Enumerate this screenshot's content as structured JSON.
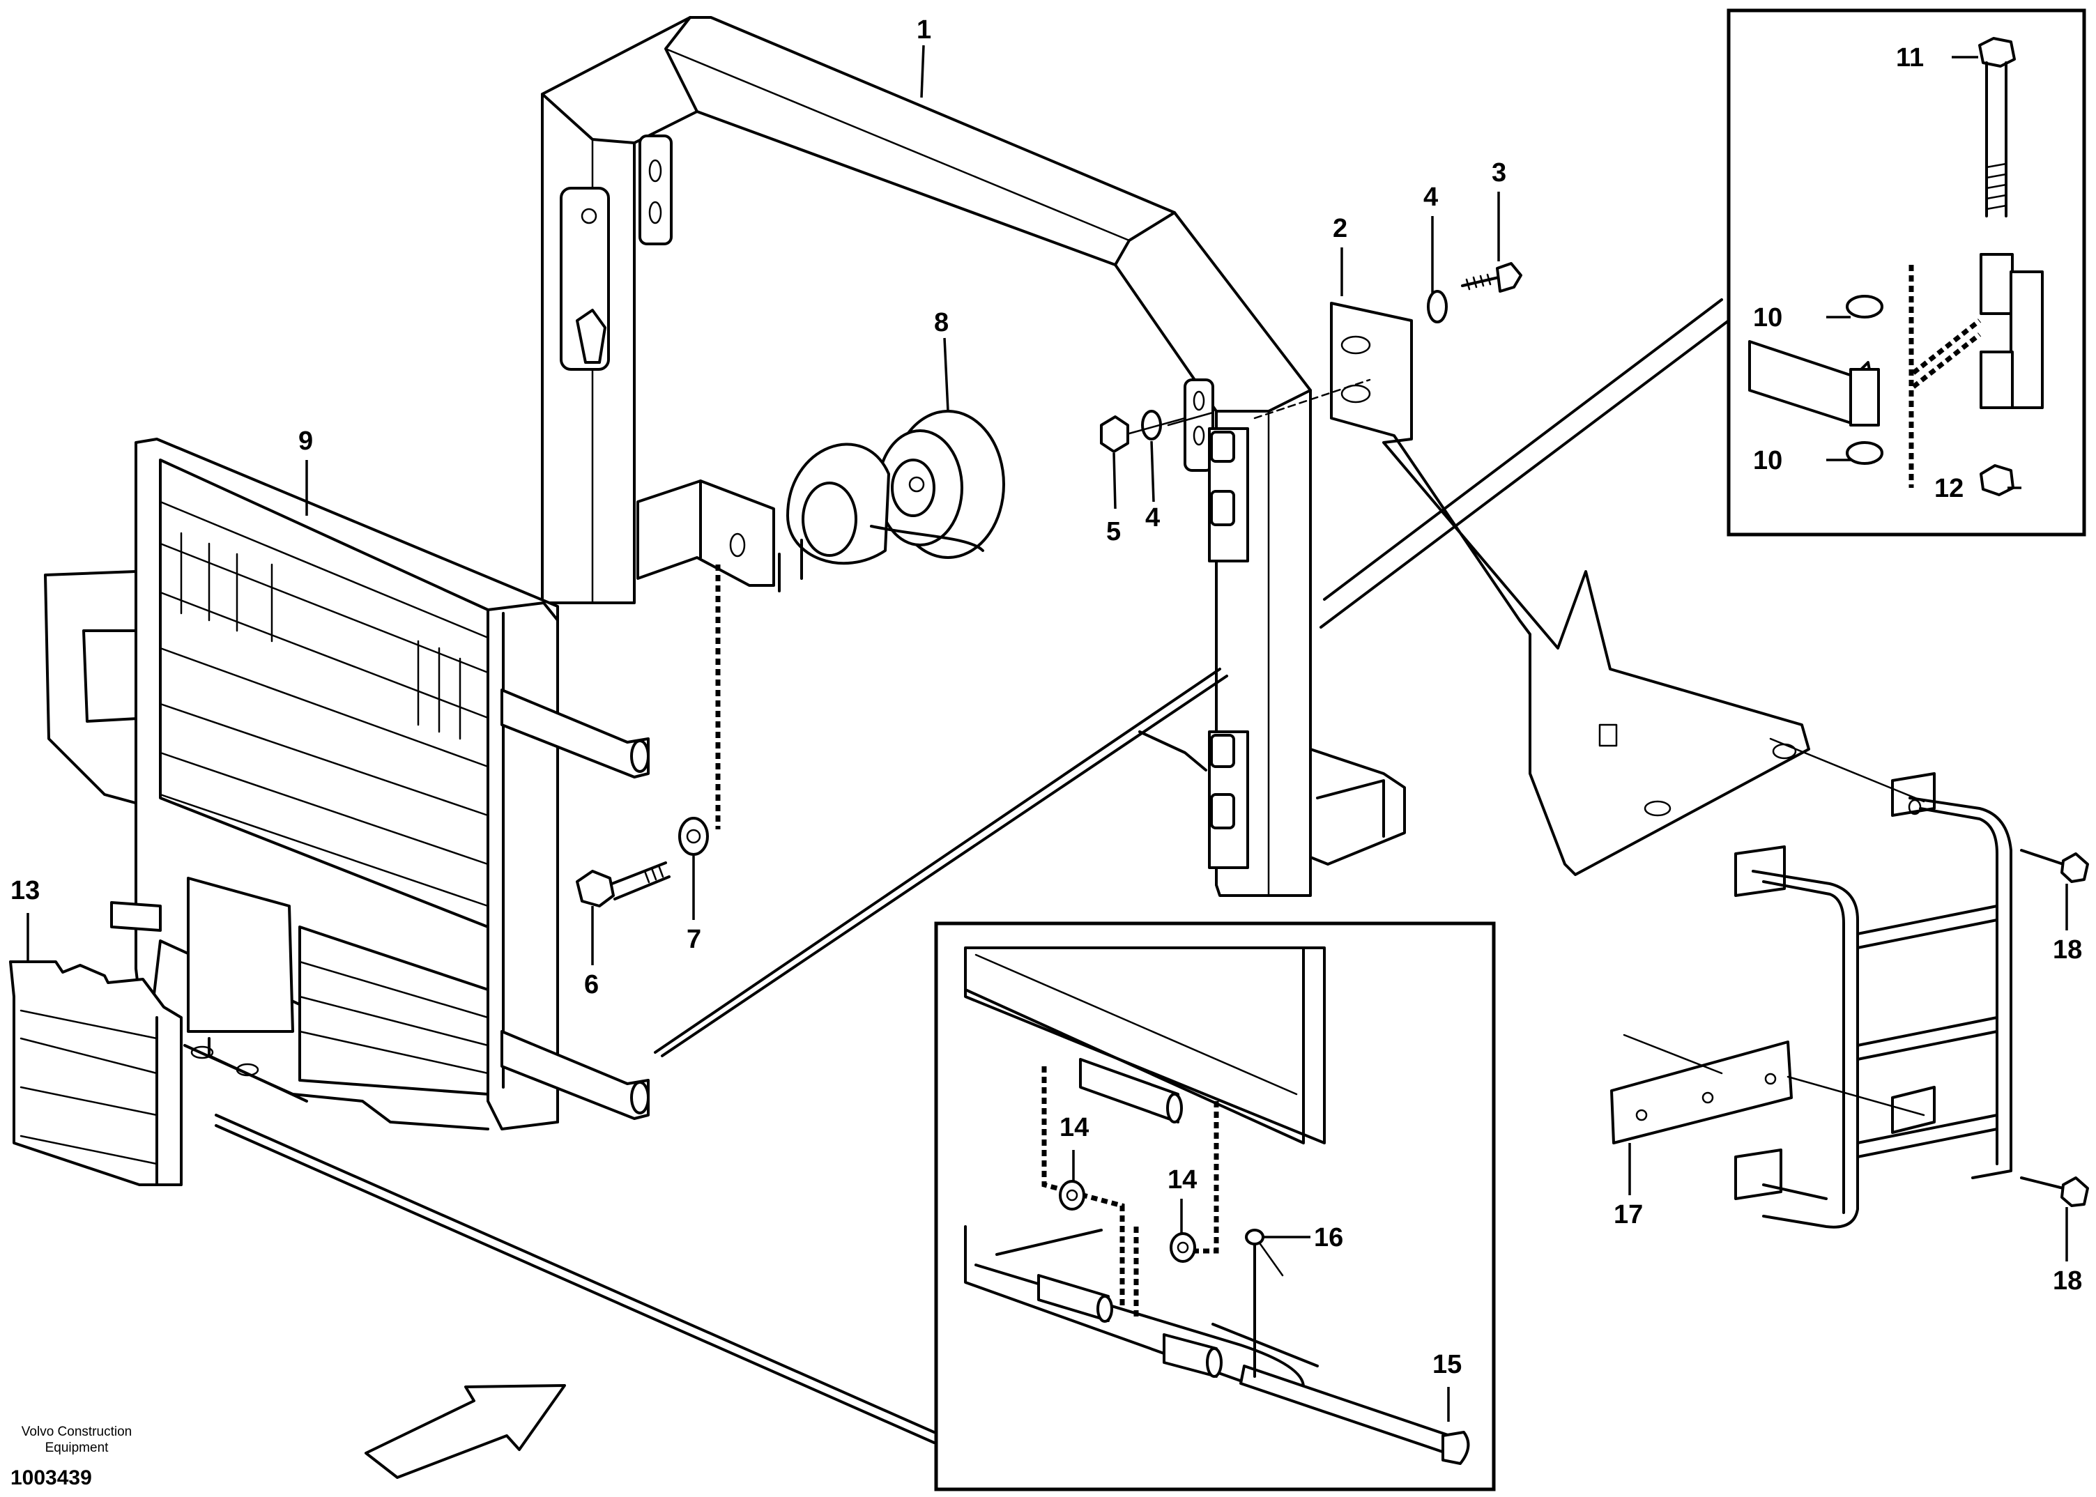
{
  "callouts": {
    "c1": "1",
    "c2": "2",
    "c3": "3",
    "c4a": "4",
    "c4b": "4",
    "c5": "5",
    "c6": "6",
    "c7": "7",
    "c8": "8",
    "c9": "9",
    "c10a": "10",
    "c10b": "10",
    "c11": "11",
    "c12": "12",
    "c13": "13",
    "c14a": "14",
    "c14b": "14",
    "c15": "15",
    "c16": "16",
    "c17": "17",
    "c18a": "18",
    "c18b": "18"
  },
  "credit": {
    "line1": "Volvo Construction",
    "line2": "Equipment",
    "doc_number": "1003439"
  },
  "icons": {
    "direction_arrow": "arrow-icon"
  }
}
